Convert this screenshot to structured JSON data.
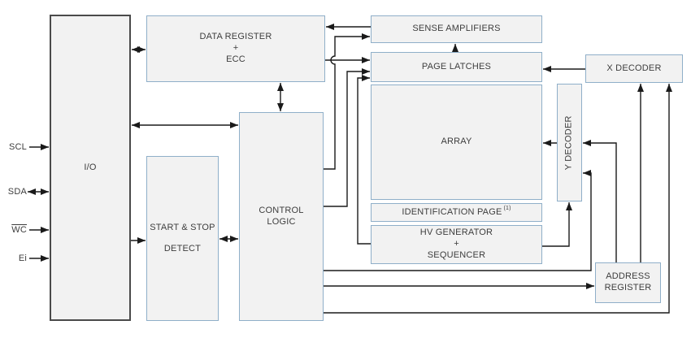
{
  "diagram": {
    "title": "memory block diagram",
    "signals": [
      {
        "label": "SCL",
        "direction": "in"
      },
      {
        "label": "SDA",
        "direction": "bidirectional"
      },
      {
        "label": "WC",
        "direction": "in",
        "overline": true
      },
      {
        "label": "Ei",
        "direction": "in"
      }
    ],
    "blocks": {
      "io": {
        "label": "I/O"
      },
      "data_register": {
        "line1": "DATA REGISTER",
        "line2": "+",
        "line3": "ECC"
      },
      "start_stop_detect": {
        "line1": "START & STOP",
        "line2": "DETECT"
      },
      "control_logic": {
        "line1": "CONTROL",
        "line2": "LOGIC"
      },
      "sense_amplifiers": {
        "label": "SENSE AMPLIFIERS"
      },
      "page_latches": {
        "label": "PAGE LATCHES"
      },
      "array": {
        "label": "ARRAY"
      },
      "identification_page": {
        "label": "IDENTIFICATION PAGE",
        "superscript": "(1)"
      },
      "hv_generator": {
        "line1": "HV GENERATOR",
        "line2": "+",
        "line3": "SEQUENCER"
      },
      "x_decoder": {
        "label": "X DECODER"
      },
      "y_decoder": {
        "label": "Y DECODER"
      },
      "address_register": {
        "line1": "ADDRESS",
        "line2": "REGISTER"
      }
    },
    "colors": {
      "background": "#ffffff",
      "block_fill": "#f2f2f2",
      "block_border": "#8fafc9",
      "io_border": "#4a4a4a",
      "wire": "#1a1a1a",
      "text": "#3d3d3d"
    }
  }
}
